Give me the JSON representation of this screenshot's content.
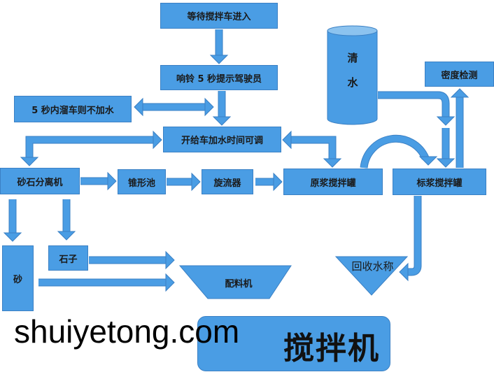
{
  "nodes": {
    "wait_truck": "等待搅拌车进入",
    "ring_bell": "响铃 5 秒提示驾驶员",
    "no_water": "5 秒内溜车则不加水",
    "water_time": "开给车加水时间可调",
    "sand_separator": "砂石分离机",
    "cone_pool": "锥形池",
    "cyclone": "旋流器",
    "raw_slurry_tank": "原浆搅拌罐",
    "std_slurry_tank": "标浆搅拌罐",
    "density_check": "密度检测",
    "clean_water_1": "清",
    "clean_water_2": "水",
    "sand": "砂",
    "stone": "石子",
    "batcher": "配料机",
    "recycled_water_scale": "回收水称",
    "mixer": "搅拌机"
  },
  "watermark": "shuiyetong.com",
  "colors": {
    "fill": "#4a9de4",
    "border": "#3b80c4"
  }
}
